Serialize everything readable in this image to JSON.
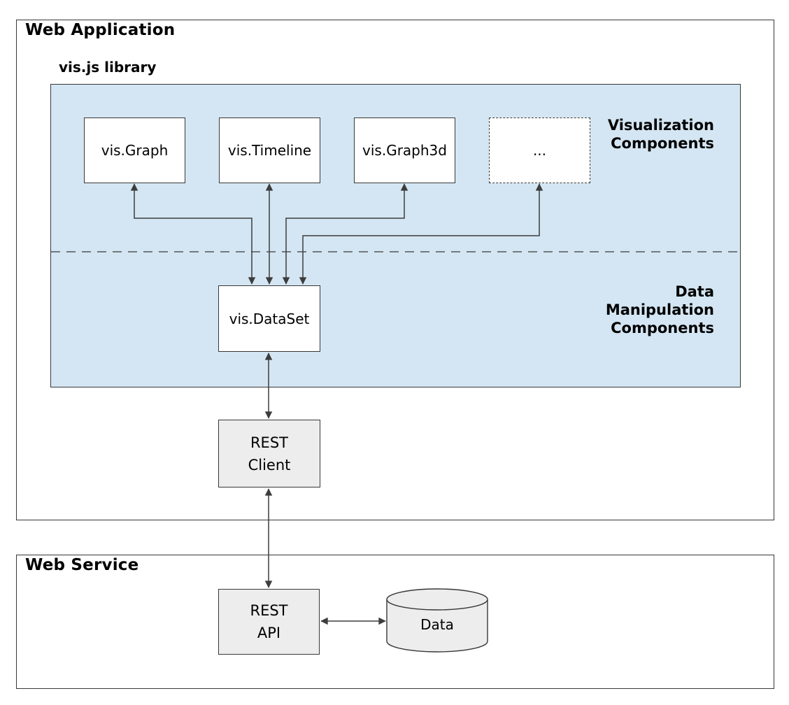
{
  "diagram": {
    "web_application": {
      "title": "Web Application",
      "library": {
        "title": "vis.js library",
        "section_labels": {
          "visualization": [
            "Visualization",
            "Components"
          ],
          "data_manipulation": [
            "Data",
            "Manipulation",
            "Components"
          ]
        },
        "visualization_components": [
          {
            "label": "vis.Graph"
          },
          {
            "label": "vis.Timeline"
          },
          {
            "label": "vis.Graph3d"
          },
          {
            "label": "..."
          }
        ],
        "data_components": [
          {
            "label": "vis.DataSet"
          }
        ]
      },
      "rest_client": {
        "line1": "REST",
        "line2": "Client"
      }
    },
    "web_service": {
      "title": "Web Service",
      "rest_api": {
        "line1": "REST",
        "line2": "API"
      },
      "data_store": {
        "label": "Data"
      }
    }
  },
  "colors": {
    "library_fill": "#d4e6f3",
    "node_fill": "#ffffff",
    "node_fill_gray": "#ededed",
    "border_dark": "#383838",
    "arrow": "#3d3d3d"
  }
}
